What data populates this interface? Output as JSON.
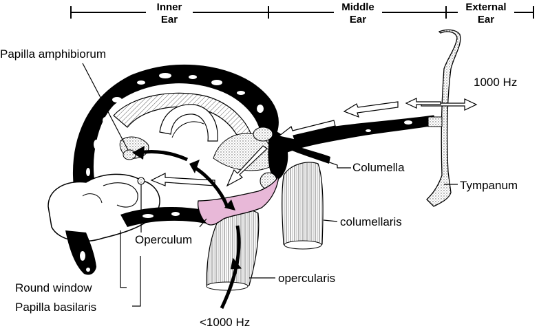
{
  "header": {
    "inner": [
      "Inner",
      "Ear"
    ],
    "middle": [
      "Middle",
      "Ear"
    ],
    "external": [
      "External",
      "Ear"
    ]
  },
  "labels": {
    "papilla_amphibiorum": "Papilla amphibiorum",
    "freq_high": "1000 Hz",
    "columella": "Columella",
    "tympanum": "Tympanum",
    "columellaris": "columellaris",
    "operculum": "Operculum",
    "opercularis": "opercularis",
    "round_window": "Round window",
    "papilla_basilaris": "Papilla basilaris",
    "freq_low": "<1000 Hz"
  },
  "colors": {
    "operculum_fill": "#e8b8d8",
    "ink": "#000000",
    "stipple": "#bdbdbd"
  }
}
